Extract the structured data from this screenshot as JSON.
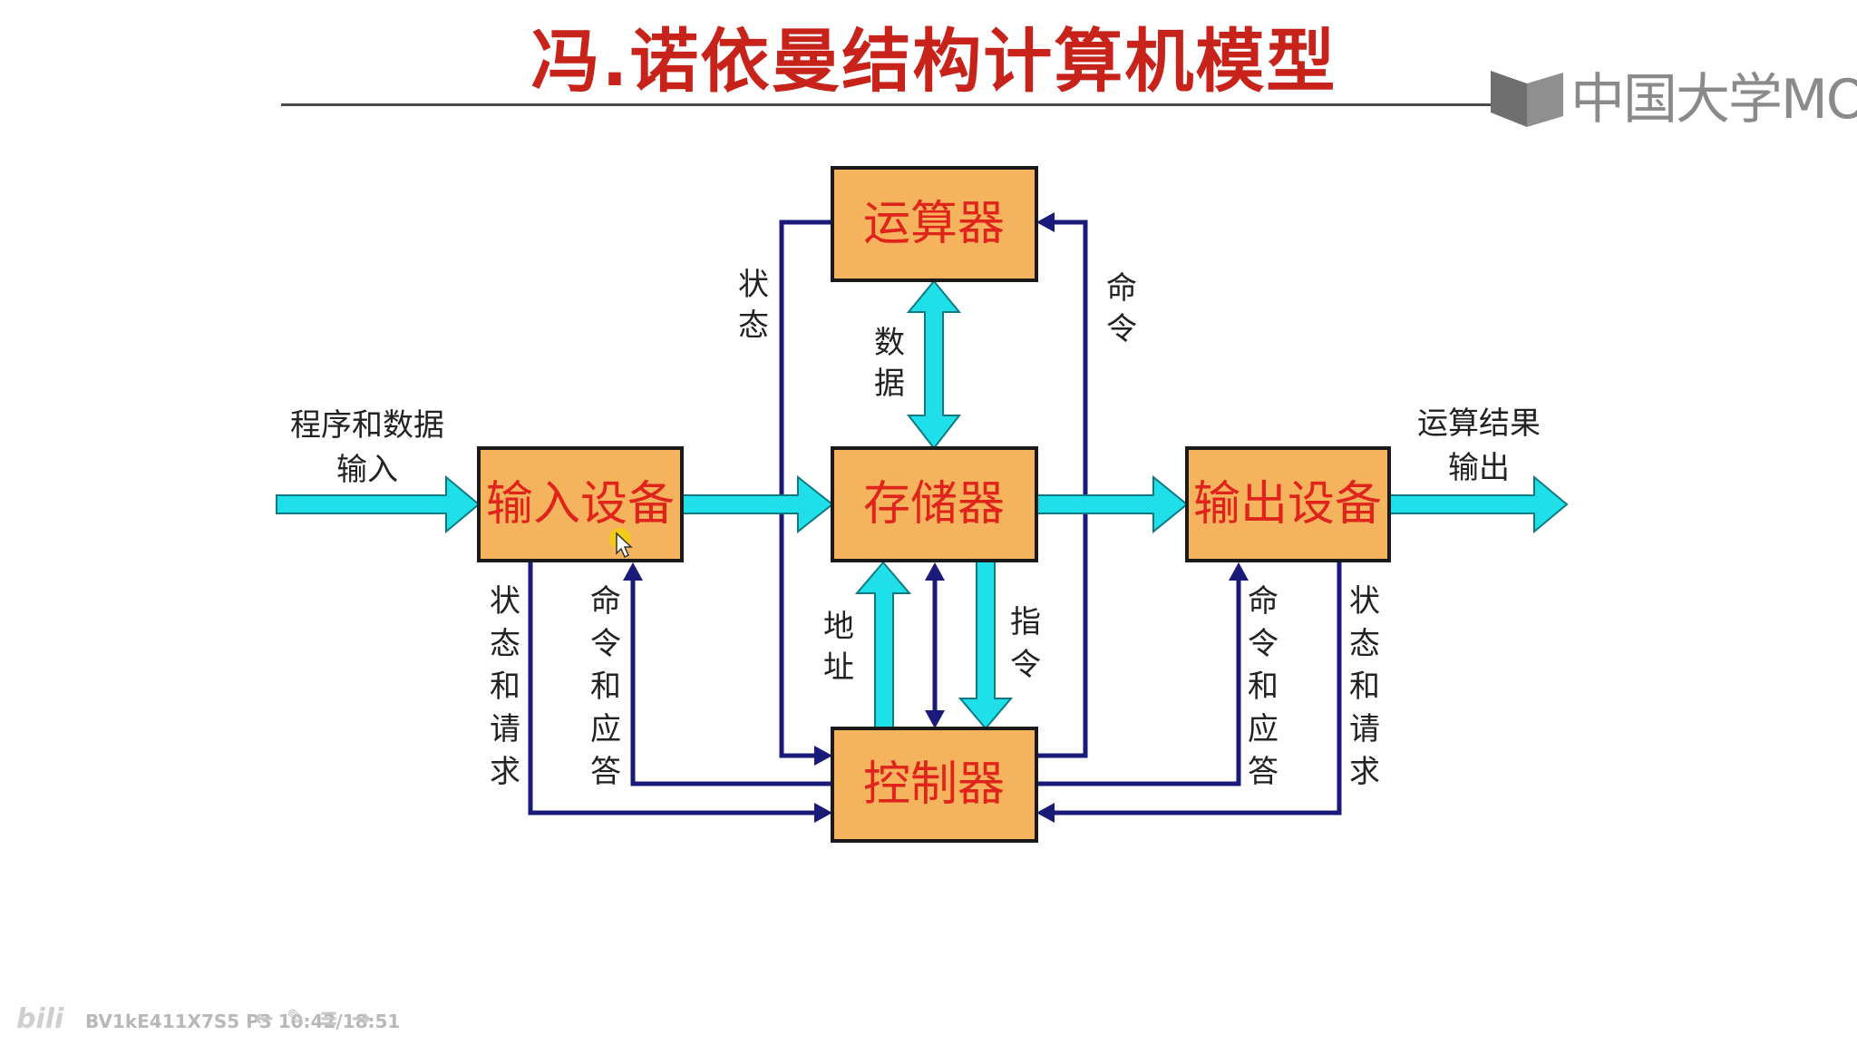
{
  "title": "冯.诺依曼结构计算机模型",
  "brand": {
    "name": "中国大学MOOC",
    "color": "#8a8a8a"
  },
  "colors": {
    "title": "#c8231b",
    "box_fill": "#f6b35e",
    "box_border": "#1a1a1a",
    "box_text": "#e0231b",
    "data_arrow": "#1fe0e8",
    "control_arrow": "#1a1a7a"
  },
  "components": {
    "alu": "运算器",
    "memory": "存储器",
    "controller": "控制器",
    "input": "输入设备",
    "output": "输出设备"
  },
  "labels": {
    "alu_status": [
      "状",
      "态"
    ],
    "alu_command": [
      "命",
      "令"
    ],
    "alu_memory_data": [
      "数",
      "据"
    ],
    "program_input": [
      "程序和数据",
      "输入"
    ],
    "result_output": [
      "运算结果",
      "输出"
    ],
    "address": [
      "地",
      "址"
    ],
    "instruction": [
      "指",
      "令"
    ],
    "input_status_request": [
      "状",
      "态",
      "和",
      "请",
      "求"
    ],
    "input_command_ack": [
      "命",
      "令",
      "和",
      "应",
      "答"
    ],
    "output_command_ack": [
      "命",
      "令",
      "和",
      "应",
      "答"
    ],
    "output_status_request": [
      "状",
      "态",
      "和",
      "请",
      "求"
    ]
  },
  "player": {
    "video_id": "BV1kE411X7S5 P3",
    "timestamp": "10:42/18:51",
    "nav_icons": [
      "arrow-left-icon",
      "pen-icon",
      "menu-icon",
      "arrow-right-icon"
    ]
  }
}
